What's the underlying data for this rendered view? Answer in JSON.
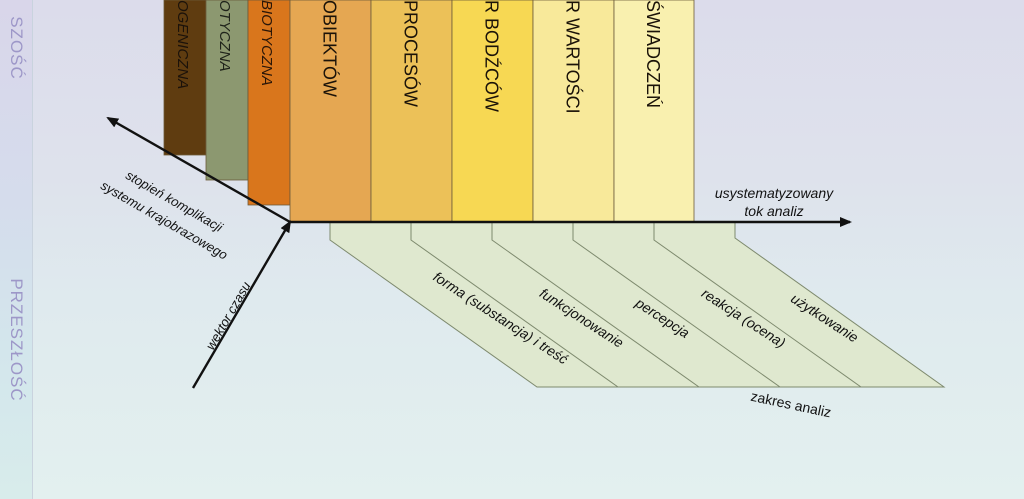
{
  "side_axis": {
    "top_label": "SZOŚĆ",
    "bottom_label": "PRZESZŁOŚĆ"
  },
  "columns": [
    {
      "label": "OGENICZNA",
      "fill": "#5f3c10",
      "text": "#1b120a"
    },
    {
      "label": "OTYCZNA",
      "fill": "#8c9870",
      "text": "#1f231a"
    },
    {
      "label": "BIOTYCZNA",
      "fill": "#d9761c",
      "text": "#2a1608"
    },
    {
      "label": "OBIEKTÓW",
      "fill": "#e5a752",
      "text": "#1a1208"
    },
    {
      "label": "PROCESÓW",
      "fill": "#ecc158",
      "text": "#1a1208"
    },
    {
      "label": "R BODŹCÓW",
      "fill": "#f7d853",
      "text": "#1a1208"
    },
    {
      "label": "R WARTOŚCI",
      "fill": "#f8e99a",
      "text": "#1a1208"
    },
    {
      "label": "ŚWIADCZEŃ",
      "fill": "#f9f0af",
      "text": "#1a1208"
    }
  ],
  "axes": {
    "complexity_label_line1": "stopień komplikacji",
    "complexity_label_line2": "systemu krajobrazowego",
    "time_label": "wektor czasu",
    "flow_label_line1": "usystematyzowany",
    "flow_label_line2": "tok analiz"
  },
  "analysis_strips": [
    "forma (substancja) i treść",
    "funkcjonowanie",
    "percepcja",
    "reakcja (ocena)",
    "użytkowanie"
  ],
  "range_label": "zakres analiz",
  "colors": {
    "strip_fill": "#dfe8cf",
    "strip_stroke": "#7e8a6e",
    "axis": "#111111"
  }
}
